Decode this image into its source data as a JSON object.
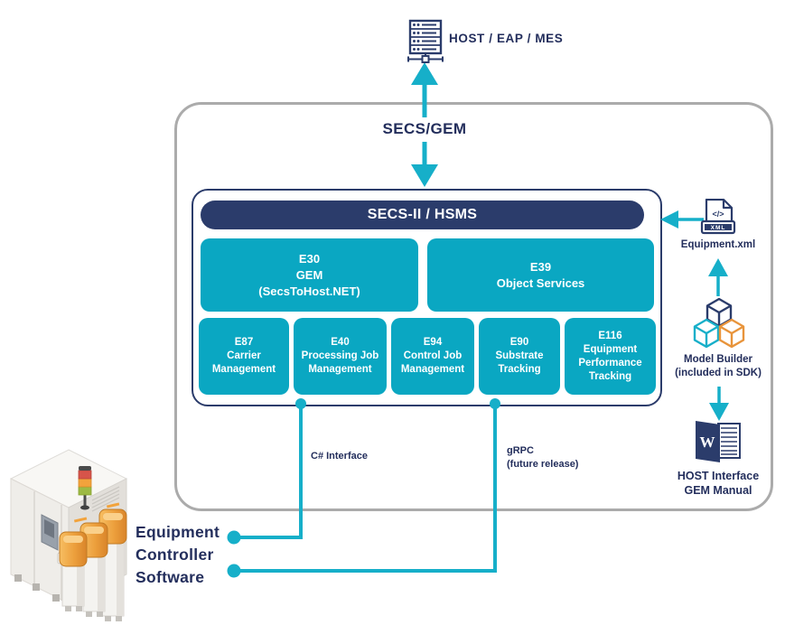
{
  "host": {
    "label": "HOST / EAP / MES"
  },
  "secs_gem_label": "SECS/GEM",
  "stack": {
    "header": "SECS-II / HSMS",
    "row1": [
      {
        "lines": [
          "E30",
          "GEM",
          "(SecsToHost.NET)"
        ]
      },
      {
        "lines": [
          "E39",
          "Object Services"
        ]
      }
    ],
    "row2": [
      {
        "lines": [
          "E87",
          "Carrier",
          "Management"
        ]
      },
      {
        "lines": [
          "E40",
          "Processing Job",
          "Management"
        ]
      },
      {
        "lines": [
          "E94",
          "Control Job",
          "Management"
        ]
      },
      {
        "lines": [
          "E90",
          "Substrate",
          "Tracking"
        ]
      },
      {
        "lines": [
          "E116",
          "Equipment",
          "Performance",
          "Tracking"
        ]
      }
    ]
  },
  "interfaces": {
    "csharp": "C# Interface",
    "grpc_line1": "gRPC",
    "grpc_line2": "(future release)"
  },
  "sidebar": {
    "equipment_xml": "Equipment.xml",
    "xml_badge": "XML",
    "xml_glyph": "</>",
    "model_builder_line1": "Model Builder",
    "model_builder_line2": "(included in SDK)",
    "manual_line1": "HOST Interface",
    "manual_line2": "GEM Manual",
    "word_letter": "W"
  },
  "equipment_controller": {
    "line1": "Equipment",
    "line2": "Controller",
    "line3": "Software"
  },
  "colors": {
    "teal_box": "#0aa7c2",
    "navy": "#2b3c6b",
    "navy_text": "#232e5c",
    "arrow_teal": "#16afc9",
    "outer_border_gray": "#ababab",
    "cube_orange": "#e8943b",
    "pod_orange": "#e89a35",
    "light_red": "#d6544a",
    "light_orange": "#f2a33c",
    "light_green": "#9dba44"
  }
}
